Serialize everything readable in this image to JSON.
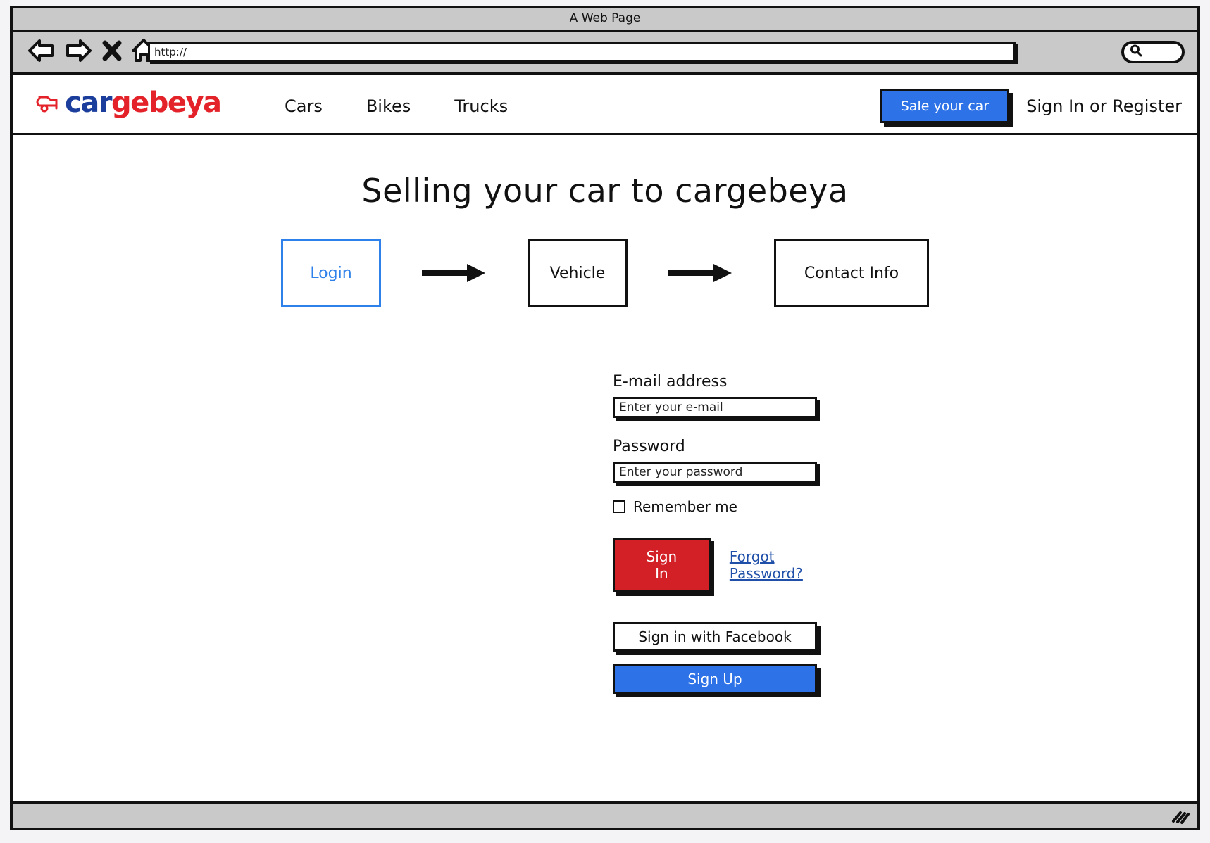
{
  "browser": {
    "window_title": "A Web Page",
    "url_value": "http://",
    "search_value": "",
    "icons": {
      "back": "back-arrow-icon",
      "forward": "forward-arrow-icon",
      "stop": "close-x-icon",
      "home": "home-icon",
      "search": "search-icon",
      "resize": "resize-grip-icon"
    }
  },
  "site_header": {
    "logo": {
      "mark": "car-outline-icon",
      "text_part1": "car",
      "text_part2": "gebeya",
      "color_part1": "#1b3d9c",
      "color_part2": "#e4222a"
    },
    "nav": [
      {
        "label": "Cars"
      },
      {
        "label": "Bikes"
      },
      {
        "label": "Trucks"
      }
    ],
    "sale_button": {
      "label": "Sale your car",
      "color": "#2e72e8"
    },
    "signin_register": "Sign In or Register"
  },
  "main": {
    "page_title": "Selling your car to cargebeya",
    "steps": [
      {
        "label": "Login",
        "active": true,
        "color": "#2e80ea"
      },
      {
        "label": "Vehicle",
        "active": false,
        "color": "#111111"
      },
      {
        "label": "Contact Info",
        "active": false,
        "color": "#111111"
      }
    ],
    "form": {
      "email": {
        "label": "E-mail address",
        "placeholder": "Enter your e-mail",
        "value": ""
      },
      "password": {
        "label": "Password",
        "placeholder": "Enter your password",
        "value": ""
      },
      "remember_me": {
        "label": "Remember me",
        "checked": false
      },
      "signin_button": {
        "label": "Sign In",
        "color": "#d32027"
      },
      "forgot_link": {
        "label": "Forgot Password?",
        "color": "#1f4fa8"
      },
      "facebook_button": {
        "label": "Sign in with Facebook",
        "color": "#ffffff"
      },
      "signup_button": {
        "label": "Sign Up",
        "color": "#2e72e8"
      }
    }
  }
}
